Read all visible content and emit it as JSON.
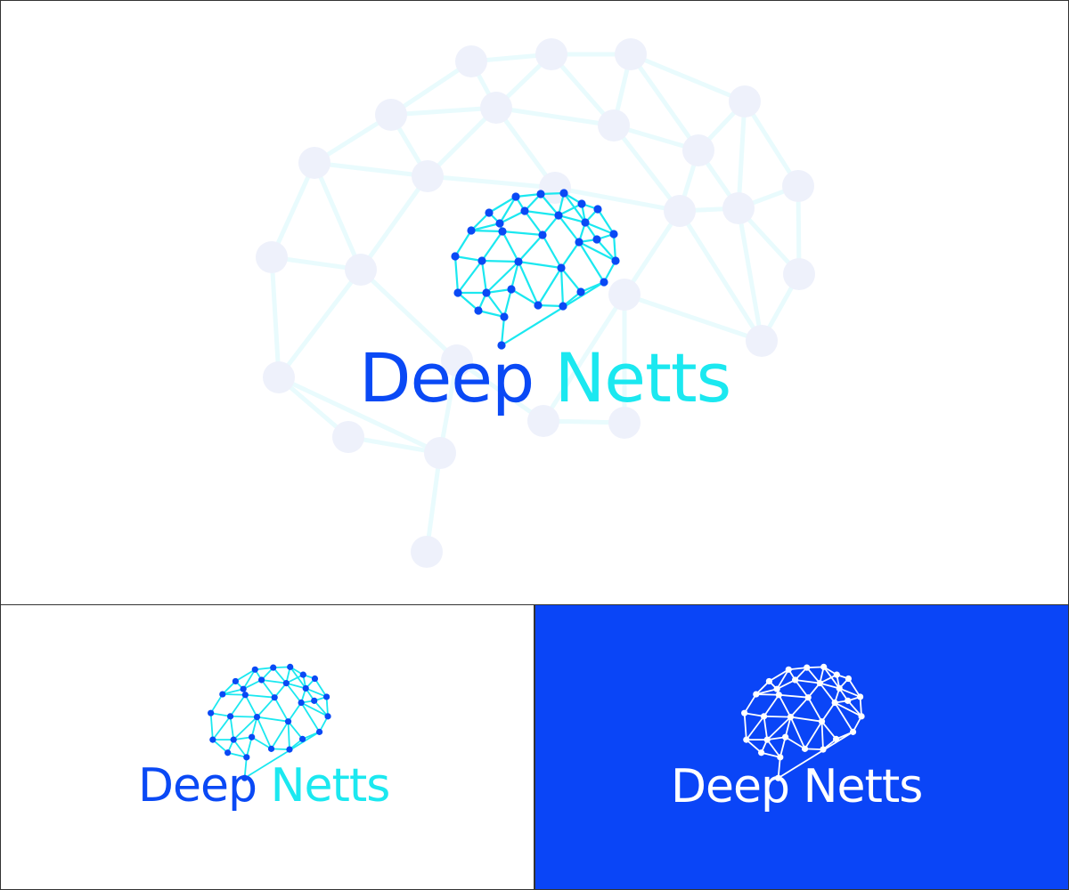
{
  "brand": {
    "word1": "Deep",
    "word2": "Netts"
  },
  "colors": {
    "primary_blue": "#0a49f5",
    "accent_cyan": "#1be8f0",
    "background_white": "#ffffff",
    "dark_panel_blue": "#0a45f7",
    "watermark_node": "#eef1fb",
    "watermark_line": "#e9fbfd",
    "inverse_white": "#ffffff"
  },
  "icons": {
    "logo_mark": "brain-network-icon",
    "watermark": "brain-network-watermark"
  }
}
